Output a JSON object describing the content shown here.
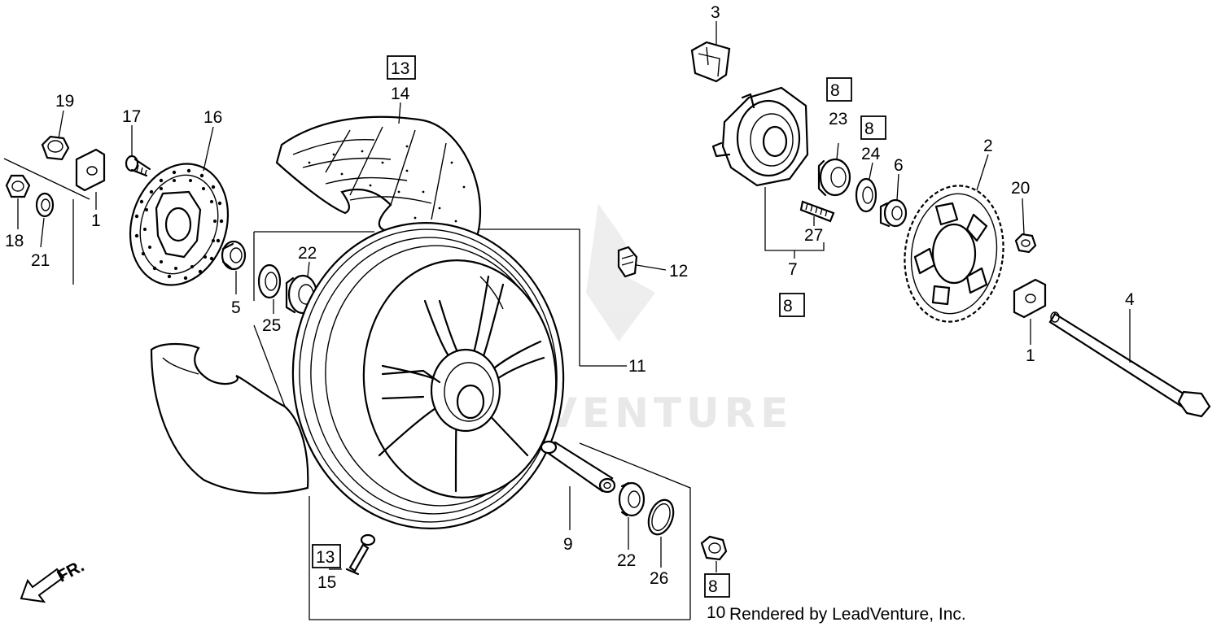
{
  "callouts": {
    "c1a": "1",
    "c1b": "1",
    "c2": "2",
    "c3": "3",
    "c4": "4",
    "c5": "5",
    "c6": "6",
    "c7": "7",
    "c8a": "8",
    "c8b": "8",
    "c8c": "8",
    "c8d": "8",
    "c9": "9",
    "c10": "10",
    "c11": "11",
    "c12": "12",
    "c13a": "13",
    "c13b": "13",
    "c14": "14",
    "c15": "15",
    "c16": "16",
    "c17": "17",
    "c18": "18",
    "c19": "19",
    "c20": "20",
    "c21": "21",
    "c22a": "22",
    "c22b": "22",
    "c23": "23",
    "c24": "24",
    "c25": "25",
    "c26": "26",
    "c27": "27"
  },
  "direction_label": "FR.",
  "watermark_text": "LEADVENTURE",
  "credit": "Rendered by LeadVenture, Inc."
}
